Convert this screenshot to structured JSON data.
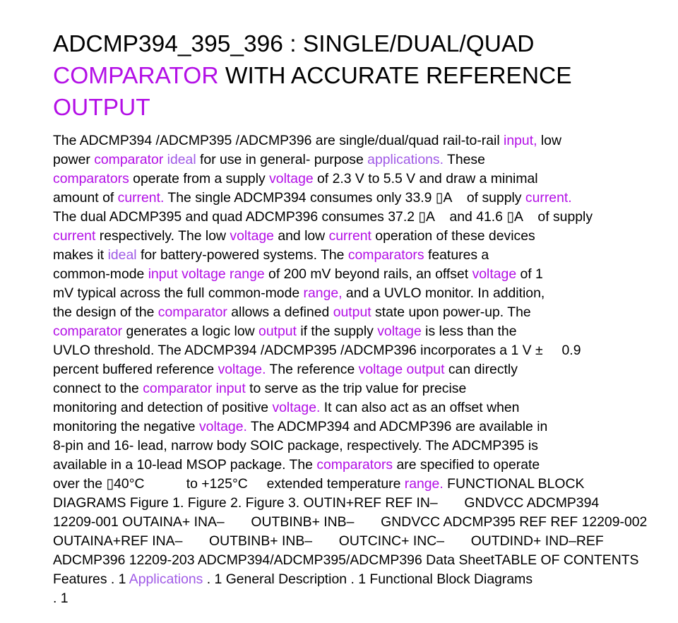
{
  "title_lines": [
    [
      {
        "t": "ADCMP394_395_396 : SINGLE/DUAL/QUAD",
        "k": "n"
      }
    ],
    [
      {
        "t": "COMPARATOR",
        "k": "s"
      },
      {
        "t": " WITH ACCURATE REFERENCE",
        "k": "n"
      }
    ],
    [
      {
        "t": "OUTPUT",
        "k": "s"
      }
    ]
  ],
  "body_lines": [
    [
      {
        "t": "The ADCMP394 /ADCMP395 /ADCMP396 are single/dual/quad rail-to-rail ",
        "k": "n"
      },
      {
        "t": "input,",
        "k": "s"
      },
      {
        "t": " low",
        "k": "n"
      }
    ],
    [
      {
        "t": "power ",
        "k": "n"
      },
      {
        "t": "comparator",
        "k": "s"
      },
      {
        "t": " ",
        "k": "n"
      },
      {
        "t": "ideal",
        "k": "w"
      },
      {
        "t": " for use in general- purpose ",
        "k": "n"
      },
      {
        "t": "applications.",
        "k": "w"
      },
      {
        "t": " These",
        "k": "n"
      }
    ],
    [
      {
        "t": "comparators",
        "k": "s"
      },
      {
        "t": " operate from a supply ",
        "k": "n"
      },
      {
        "t": "voltage",
        "k": "s"
      },
      {
        "t": " of 2.3 V to 5.5 V and draw a minimal",
        "k": "n"
      }
    ],
    [
      {
        "t": "amount of ",
        "k": "n"
      },
      {
        "t": "current.",
        "k": "s"
      },
      {
        "t": " The single ADCMP394 consumes only 33.9 ▯A    of supply ",
        "k": "n"
      },
      {
        "t": "current.",
        "k": "s"
      }
    ],
    [
      {
        "t": "The dual ADCMP395 and quad ADCMP396 consumes 37.2 ▯A    and 41.6 ▯A    of supply",
        "k": "n"
      }
    ],
    [
      {
        "t": "current",
        "k": "s"
      },
      {
        "t": " respectively. The low ",
        "k": "n"
      },
      {
        "t": "voltage",
        "k": "s"
      },
      {
        "t": " and low ",
        "k": "n"
      },
      {
        "t": "current",
        "k": "s"
      },
      {
        "t": " operation of these devices",
        "k": "n"
      }
    ],
    [
      {
        "t": "makes it ",
        "k": "n"
      },
      {
        "t": "ideal",
        "k": "w"
      },
      {
        "t": " for battery-powered systems. The ",
        "k": "n"
      },
      {
        "t": "comparators",
        "k": "s"
      },
      {
        "t": " features a",
        "k": "n"
      }
    ],
    [
      {
        "t": "common-mode ",
        "k": "n"
      },
      {
        "t": "input voltage range",
        "k": "s"
      },
      {
        "t": " of 200 mV beyond rails, an offset ",
        "k": "n"
      },
      {
        "t": "voltage",
        "k": "s"
      },
      {
        "t": " of 1",
        "k": "n"
      }
    ],
    [
      {
        "t": "mV typical across the full common-mode ",
        "k": "n"
      },
      {
        "t": "range,",
        "k": "s"
      },
      {
        "t": " and a UVLO monitor. In addition,",
        "k": "n"
      }
    ],
    [
      {
        "t": "the design of the ",
        "k": "n"
      },
      {
        "t": "comparator",
        "k": "s"
      },
      {
        "t": " allows a defined ",
        "k": "n"
      },
      {
        "t": "output",
        "k": "s"
      },
      {
        "t": " state upon power-up. The",
        "k": "n"
      }
    ],
    [
      {
        "t": "comparator",
        "k": "s"
      },
      {
        "t": " generates a logic low ",
        "k": "n"
      },
      {
        "t": "output",
        "k": "s"
      },
      {
        "t": " if the supply ",
        "k": "n"
      },
      {
        "t": "voltage",
        "k": "s"
      },
      {
        "t": " is less than the",
        "k": "n"
      }
    ],
    [
      {
        "t": "UVLO threshold. The ADCMP394 /ADCMP395 /ADCMP396 incorporates a 1 V ±     0.9",
        "k": "n"
      }
    ],
    [
      {
        "t": "percent buffered reference ",
        "k": "n"
      },
      {
        "t": "voltage.",
        "k": "s"
      },
      {
        "t": " The reference ",
        "k": "n"
      },
      {
        "t": "voltage output",
        "k": "s"
      },
      {
        "t": " can directly",
        "k": "n"
      }
    ],
    [
      {
        "t": "connect to the ",
        "k": "n"
      },
      {
        "t": "comparator input",
        "k": "s"
      },
      {
        "t": " to serve as the trip value for precise",
        "k": "n"
      }
    ],
    [
      {
        "t": "monitoring and detection of positive ",
        "k": "n"
      },
      {
        "t": "voltage.",
        "k": "s"
      },
      {
        "t": " It can also act as an offset when",
        "k": "n"
      }
    ],
    [
      {
        "t": "monitoring the negative ",
        "k": "n"
      },
      {
        "t": "voltage.",
        "k": "s"
      },
      {
        "t": " The ADCMP394 and ADCMP396 are available in",
        "k": "n"
      }
    ],
    [
      {
        "t": "8-pin and 16- lead, narrow body SOIC package, respectively. The ADCMP395 is",
        "k": "n"
      }
    ],
    [
      {
        "t": "available in a 10-lead MSOP package. The ",
        "k": "n"
      },
      {
        "t": "comparators",
        "k": "s"
      },
      {
        "t": " are specified to operate",
        "k": "n"
      }
    ],
    [
      {
        "t": "over the ▯40°C           to +125°C     extended temperature ",
        "k": "n"
      },
      {
        "t": "range.",
        "k": "s"
      },
      {
        "t": " FUNCTIONAL BLOCK",
        "k": "n"
      }
    ],
    [
      {
        "t": "DIAGRAMS Figure 1. Figure 2. Figure 3. OUTIN+REF REF IN–       GNDVCC ADCMP394",
        "k": "n"
      }
    ],
    [
      {
        "t": "12209-001 OUTAINA+ INA–       OUTBINB+ INB–       GNDVCC ADCMP395 REF REF 12209-002",
        "k": "n"
      }
    ],
    [
      {
        "t": "OUTAINA+REF INA–       OUTBINB+ INB–       OUTCINC+ INC–       OUTDIND+ IND–REF",
        "k": "n"
      }
    ],
    [
      {
        "t": "ADCMP396 12209-203 ADCMP394/ADCMP395/ADCMP396 Data SheetTABLE OF CONTENTS",
        "k": "n"
      }
    ],
    [
      {
        "t": "Features . 1 ",
        "k": "n"
      },
      {
        "t": "Applications",
        "k": "w"
      },
      {
        "t": " . 1 General Description . 1 Functional Block Diagrams",
        "k": "n"
      }
    ],
    [
      {
        "t": ". 1",
        "k": "n"
      }
    ]
  ],
  "colors": {
    "text": "#000000",
    "keyword_strong": "#b30fe6",
    "keyword_soft": "#a05ae6",
    "background": "#ffffff"
  }
}
